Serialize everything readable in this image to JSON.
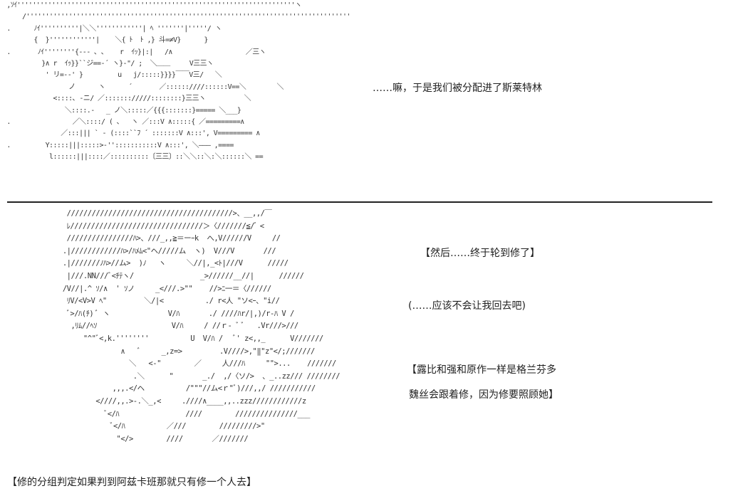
{
  "art": {
    "top_panel": " ,ｿｲ''''''''''''''''''''''''''''''''''''''''''''''''''''''''''''''''''''''''ヽ\n     /''''''''''''''''''''''''''''''''''''''''''''''''''''''''''''''''''''''''''''''''''''''''''''|⌒\n .      ﾉｲ''''''''''|＼＼''''''''''''| ﾍ '''''''|'''''/ ヽ\n        {  }''''''''''''|    ＼{ ﾄ  ﾄ ,} 斗=≠V}      }\n .       ﾉｲ''''''''{--- ､ ､    r  ｲｯ}|:|   /∧                   ／三ヽ\n          }∧ r  ｲｯ}}``ジ==-´ ヽ}-\"/ ;  ＼＿＿     V三三ヽ\n           ' リ=--' }         u   j/:::::}}}}￣￣V三/   ＼\n                 ノ      ヽ      ´       ／::::::////::::::V==＼        ＼\n             <::::､ -ニ/ ／::::::://///::::::::}三三ヽ          ＼\n                ＼::::.-   _ ノ＼:::::／{{{:::::::}===== ＼___}\n .                ／＼::::/ ( ､   ヽ ／:::V ∧:::::{ ／=========∧\n               ／:::||| ` - (::::``ﾌ ´ :::::::V ∧:::', V========= ∧\n .         Y:::::|||:::::>-'':::::::::::V ∧:::', ＼――― ,====\n            l::::::|||::::／::::::::::〔三三〕::＼＼::＼:＼::::::＼ ==",
    "bottom_panel": "  ////////////////////////////////////////>、__,,/￣\n  ﾚ////////////////////////////////＞〈///////≦/ ゙ <\n  ////////////////ﾊ>、///_,,≧＝ーｰk  へ,V//////V     //\n .|////////////ﾊ>/ﾊﾒﾑ<\"ヘ/////ム  ヽ)  V///V       ///\n .|///////ﾉﾊ>//ム>  )ﾉ   ヽ     ＼//|,_<ﾄ|///V      /////\n  |///.NN///ﾞ<ﾁﾃヽ/                _>//////__//|      //////\n /V//|.^ ｿ/∧  ' ｿノ     _<///.>\"\"    //>ﾆ一＝〈//////\n  ﾘV/<V>V ﾍ\"         ＼/|<          ./ r<人 \"ソ<ｰ、\"i//\n  ﾞ>/ﾊ(ﾁ) ﾞ ヽ              V/ﾊ       ./ ////ﾊr/|,)/r-ﾊ V /\n   ,ﾘﾑ//ﾍｿ                  V/ﾊ     / //ｒ- ﾞ ﾞ   .Vr///>///\n      \"^\"ﾞ<,k.''''''''          U  V/ﾊ /   ﾞ' z<,,_      V///////\n               ∧   ﾞ     _,z=>         .V////>,\"‖\"z\"</;///////\n                 ＼   <-\"        ／     人///ﾊ     \"\">...    ///////\n                  .＼      \"       _./  ,/〈ソ/>  、_..zz/// ////////\n             ,,,.</ヘ          /\"\"\"//ム<ｒ\"ﾞ)///,,/ ///////////\n         <////,,.>-.＼_,<     .////∧____,,..zzz////////////z\n           ﾞ</ﾊ                ////        ///////////////___\n             ﾞ</ﾊ          ／///        /////////>\"\n              \"</>        ////       ／///////"
  },
  "narration": {
    "line1": "……嘛，于是我们被分配进了斯莱特林",
    "line2": "【然后……终于轮到修了】",
    "line3": "(……应该不会让我回去吧)",
    "line4": "【露比和强和原作一样是格兰芬多",
    "line5": "魏丝会跟着修，因为修要照顾她】",
    "line6": "【修的分组判定如果判到阿兹卡班那就只有修一个人去】"
  }
}
